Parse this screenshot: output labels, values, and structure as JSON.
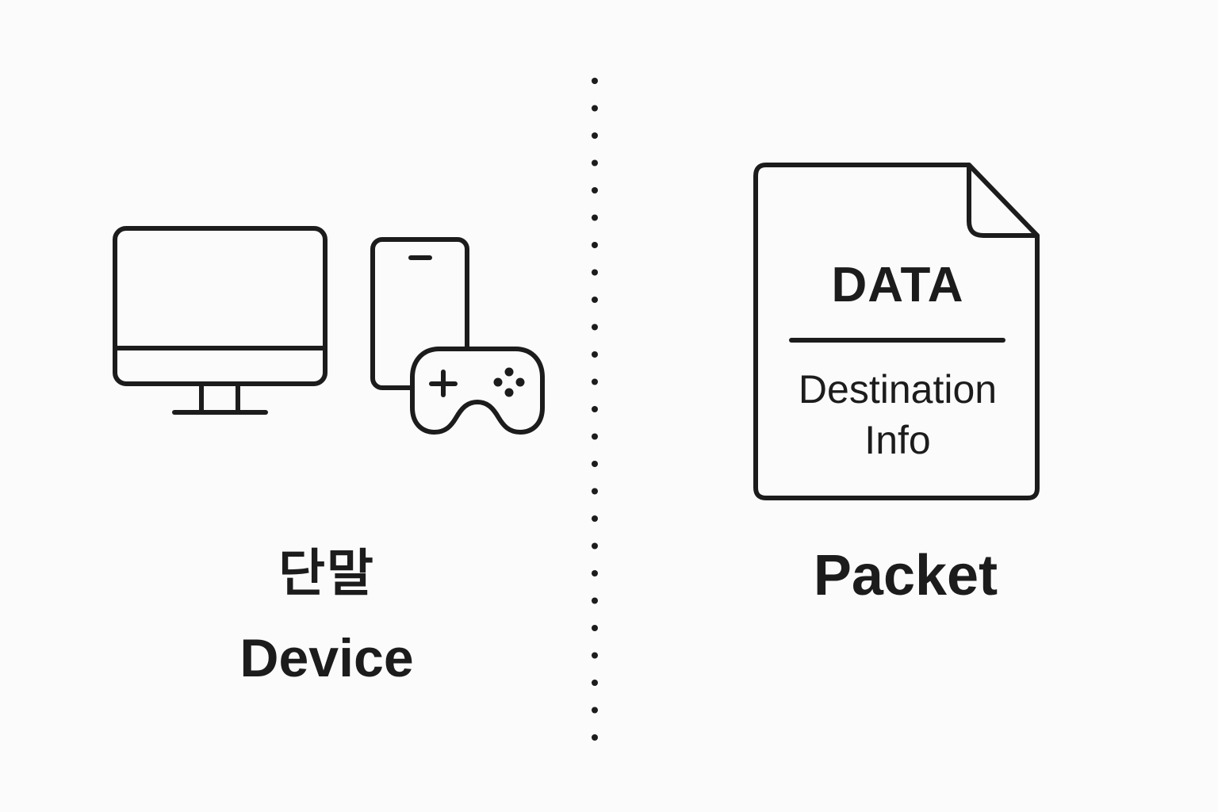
{
  "left": {
    "label_korean": "단말",
    "label_english": "Device",
    "icons": [
      "monitor-icon",
      "smartphone-icon",
      "gamepad-icon"
    ]
  },
  "right": {
    "label": "Packet",
    "document": {
      "title": "DATA",
      "line1": "Destination",
      "line2": "Info"
    },
    "icons": [
      "document-icon"
    ]
  },
  "colors": {
    "background": "#fbfbfb",
    "stroke": "#1c1c1c"
  }
}
